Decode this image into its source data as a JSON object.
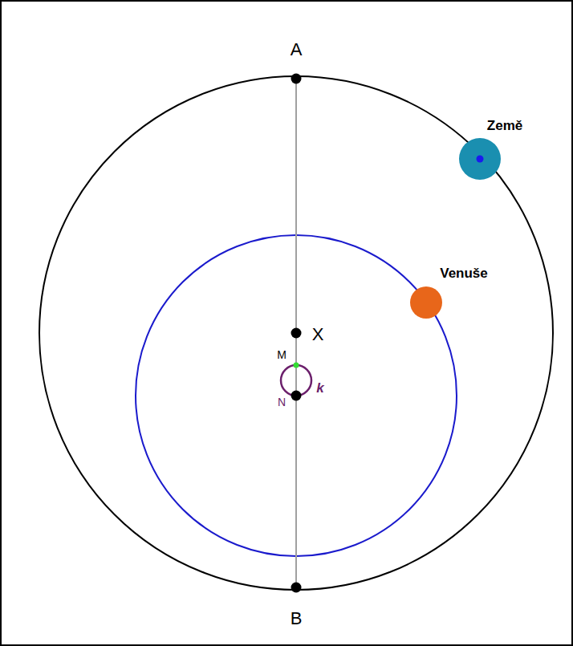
{
  "diagram": {
    "labels": [
      "A",
      "B",
      "X",
      "M",
      "N",
      "k",
      "Země",
      "Venuše"
    ]
  }
}
